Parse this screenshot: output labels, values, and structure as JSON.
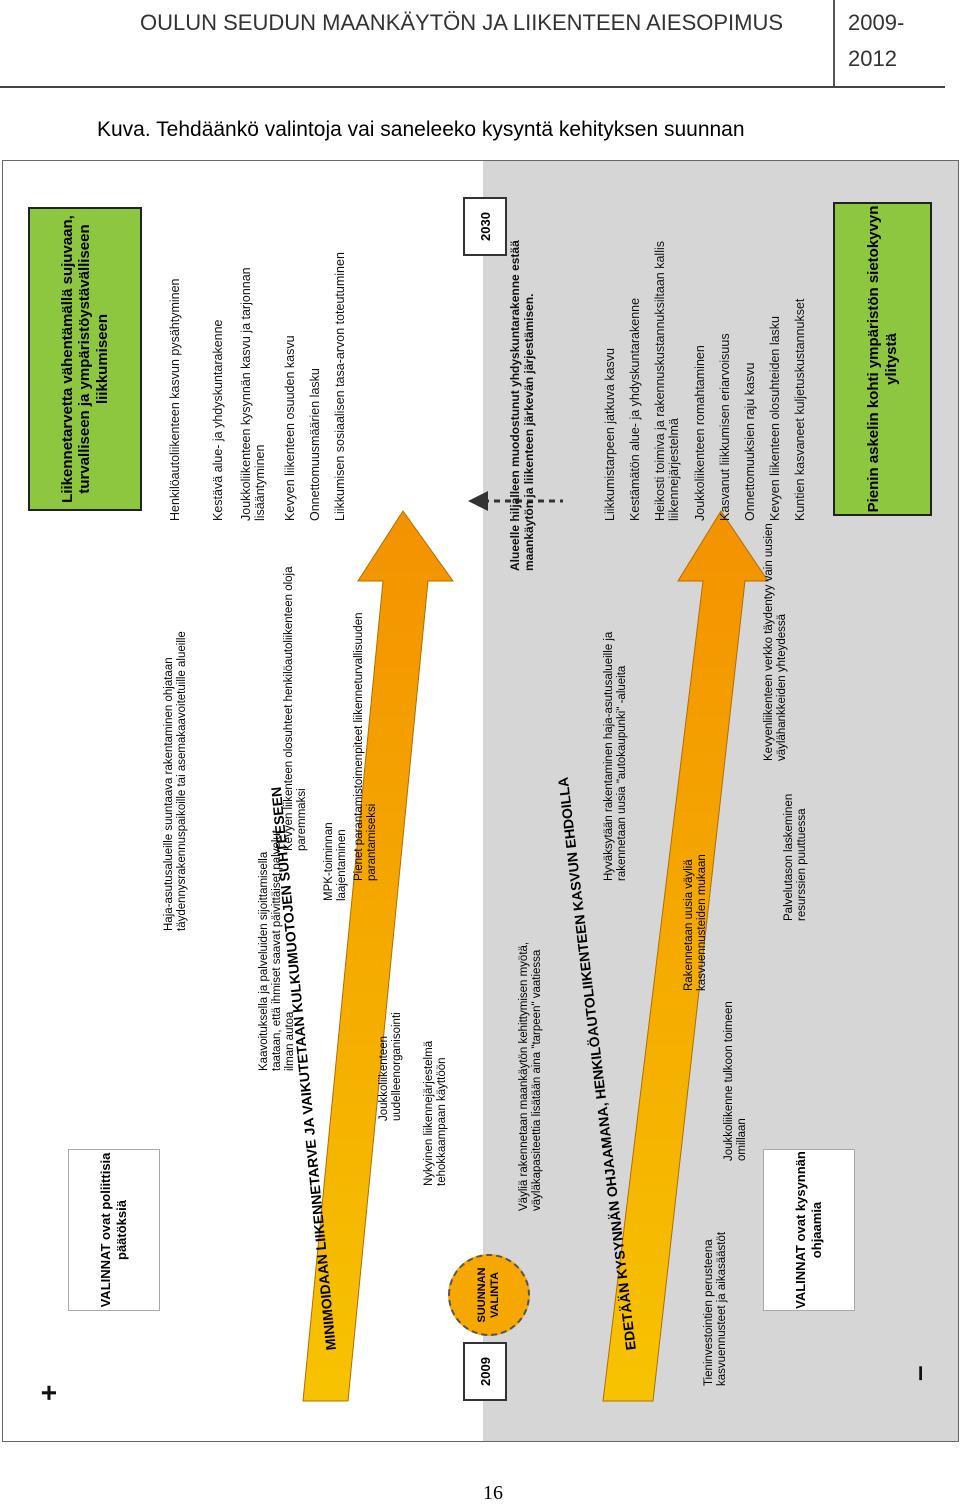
{
  "header": {
    "title": "OULUN SEUDUN MAANKÄYTÖN JA LIIKENTEEN AIESOPIMUS",
    "year_a": "2009-",
    "year_b": "2012"
  },
  "caption": "Kuva. Tehdäänkö valintoja vai saneleeko kysyntä kehityksen suunnan",
  "page_number": "16",
  "diagram": {
    "plus_sign": "+",
    "minus_sign": "–",
    "year_start": "2009",
    "year_end": "2030",
    "choice_circle": "SUUNNAN VALINTA",
    "top": {
      "choices_box": "VALINNAT ovat poliittisia päätöksiä",
      "goal_box": "Liikennetarvetta vähentämällä sujuvaan, turvalliseen ja ympäristöystävälliseen liikkumiseen",
      "arrow_label": "MINIMOIDAAN LIIKENNETARVE JA VAIKUTETAAN KULKUMUOTOJEN SUHTEESEEN",
      "tags": [
        "Joukkoliikenteen uudelleenorganisointi",
        "Nykyinen liikennejärjestelmä tehokkaampaan käyttöön",
        "Kaavoituksella ja palveluiden sijoittamisella taataan, että ihmiset saavat päivittäiset palvelut ilman autoa",
        "MPK-toiminnan laajentaminen",
        "Haja-asutusalueille suuntaava rakentaminen ohjataan täydennysrakennuspaikoille tai asemakaavoitetuille alueille",
        "Kevyen liikenteen olosuhteet henkilöautoliikenteen oloja paremmaksi",
        "Pienet parantamistoimenpiteet liikenneturvallisuuden parantamiseksi"
      ],
      "outcomes": [
        "Henkilöautoliikenteen kasvun pysähtyminen",
        "Kestävä alue- ja yhdyskuntarakenne",
        "Joukkoliikenteen kysynnän kasvu ja tarjonnan lisääntyminen",
        "Kevyen liikenteen osuuden kasvu",
        "Onnettomuusmäärien lasku",
        "Liikkumisen sosiaalisen tasa-arvon toteutuminen"
      ]
    },
    "bottom": {
      "choices_box": "VALINNAT ovat kysynnän ohjaamia",
      "goal_box": "Pienin askelin kohti ympäristön sietokyvyn ylitystä",
      "arrow_label": "EDETÄÄN KYSYNNÄN OHJAAMANA, HENKILÖAUTOLIIKENTEEN KASVUN EHDOILLA",
      "dashed_note": "Alueelle hiljalleen muodostunut yhdyskuntarakenne estää maankäytön ja liikenteen järkevän järjestämisen.",
      "tags": [
        "Tieninvestointien perusteena kasvuennusteet ja aikasäästöt",
        "Joukkoliikenne tulkoon toimeen omillaan",
        "Väyliä rakennetaan maankäytön kehittymisen myötä, väyläkapasiteettia lisätään aina \"tarpeen\" vaatiessa",
        "Rakennetaan uusia väyliä kasvuennusteiden mukaan",
        "Palvelutason laskeminen resurssien puuttuessa",
        "Hyväksytään rakentaminen haja-asutusalueille ja rakennetaan uusia \"autokaupunki\" -alueita",
        "Kevyenliikenteen verkko täydentyy vain uusien väylähankkeiden yhteydessä"
      ],
      "outcomes": [
        "Liikkumistarpeen jatkuva kasvu",
        "Kestämätön alue- ja yhdyskuntarakenne",
        "Heikosti toimiva ja rakennuskustannuksiltaan kallis liikennejärjestelmä",
        "Joukkoliikenteen romahtaminen",
        "Kasvanut liikkumisen eriarvoisuus",
        "Onnettomuuksien raju kasvu",
        "Kevyen liikenteen olosuhteiden lasku",
        "Kuntien kasvaneet kuljetuskustannukset"
      ]
    },
    "colors": {
      "green": "#8dc63f",
      "orange": "#f7a800",
      "grey_bg": "#d6d6d6",
      "dark": "#222222"
    }
  }
}
